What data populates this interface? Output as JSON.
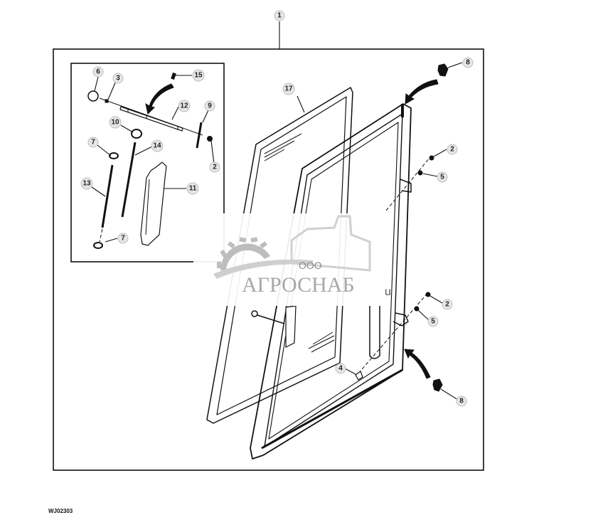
{
  "diagram": {
    "type": "exploded-parts-view",
    "subject": "door window / glass frame assembly",
    "figure_id": "WJ02303",
    "callouts": [
      {
        "id": "c1",
        "label": "1"
      },
      {
        "id": "c2a",
        "label": "2"
      },
      {
        "id": "c2b",
        "label": "2"
      },
      {
        "id": "c2c",
        "label": "2"
      },
      {
        "id": "c3",
        "label": "3"
      },
      {
        "id": "c4",
        "label": "4"
      },
      {
        "id": "c5a",
        "label": "5"
      },
      {
        "id": "c5b",
        "label": "5"
      },
      {
        "id": "c6",
        "label": "6"
      },
      {
        "id": "c7a",
        "label": "7"
      },
      {
        "id": "c7b",
        "label": "7"
      },
      {
        "id": "c8a",
        "label": "8"
      },
      {
        "id": "c8b",
        "label": "8"
      },
      {
        "id": "c9",
        "label": "9"
      },
      {
        "id": "c10",
        "label": "10"
      },
      {
        "id": "c11",
        "label": "11"
      },
      {
        "id": "c12",
        "label": "12"
      },
      {
        "id": "c13",
        "label": "13"
      },
      {
        "id": "c14",
        "label": "14"
      },
      {
        "id": "c15",
        "label": "15"
      },
      {
        "id": "c17",
        "label": "17"
      }
    ],
    "watermark": {
      "prefix": "ООО",
      "name": "АГРОСНАБ",
      "suffix": "u"
    }
  }
}
